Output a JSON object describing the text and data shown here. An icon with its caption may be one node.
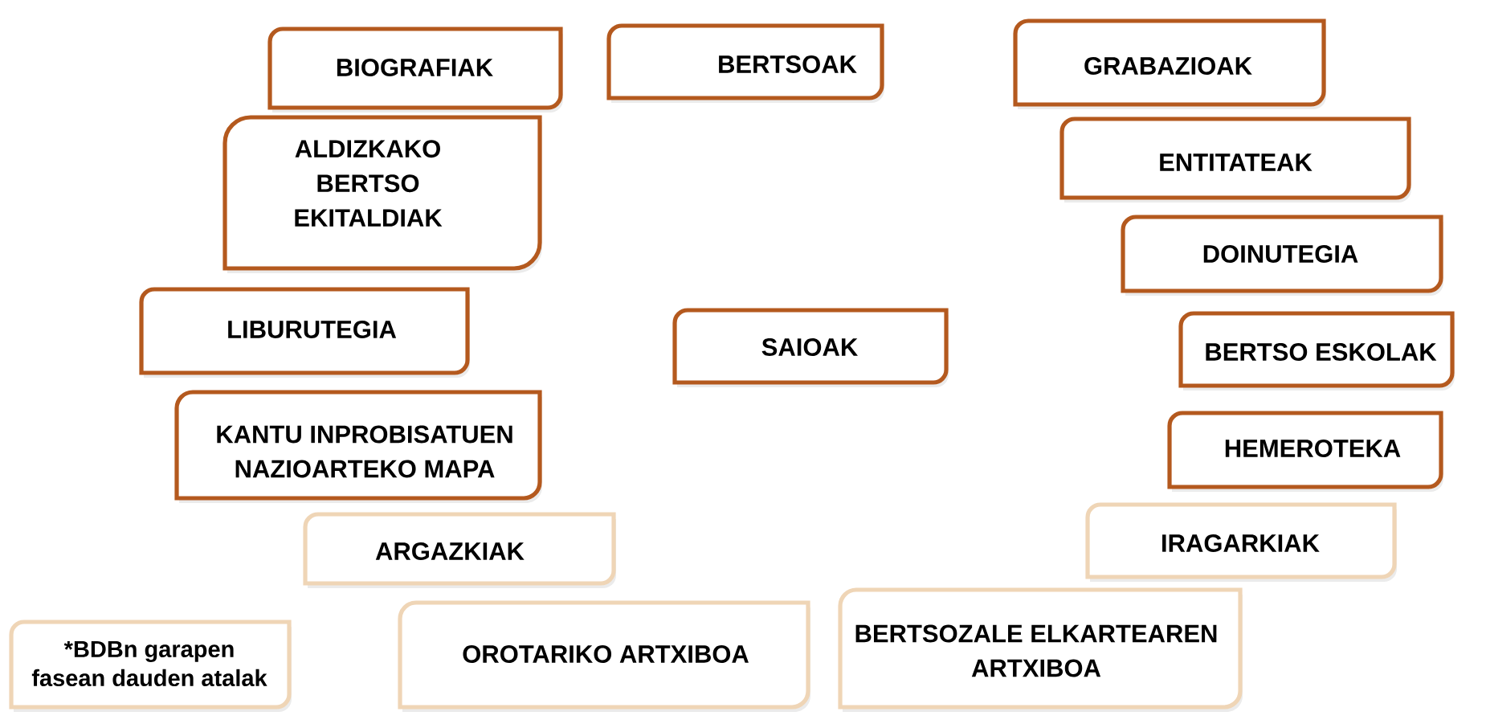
{
  "diagram": {
    "nodes": [
      {
        "text": [
          "BIOGRAFIAK"
        ]
      },
      {
        "text": [
          "BERTSOAK"
        ]
      },
      {
        "text": [
          "GRABAZIOAK"
        ]
      },
      {
        "text": [
          "ALDIZKAKO BERTSO EKITALDIAK"
        ]
      },
      {
        "text": [
          "ENTITATEAK"
        ]
      },
      {
        "text": [
          "DOINUTEGIA"
        ]
      },
      {
        "text": [
          "LIBURUTEGIA"
        ]
      },
      {
        "text": [
          "SAIOAK"
        ]
      },
      {
        "text": [
          "BERTSO ESKOLAK"
        ]
      },
      {
        "text": [
          "KANTU INPROBISATUEN NAZIOARTEKO MAPA"
        ]
      },
      {
        "text": [
          "HEMEROTEKA"
        ]
      },
      {
        "text": [
          "ARGAZKIAK"
        ]
      },
      {
        "text": [
          "IRAGARKIAK"
        ]
      },
      {
        "text": [
          "*BDBn garapen fasean dauden atalak"
        ]
      },
      {
        "text": [
          "OROTARIKO ARTXIBOA"
        ]
      },
      {
        "text": [
          "BERTSOZALE ELKARTEAREN ARTXIBOA"
        ]
      }
    ]
  }
}
